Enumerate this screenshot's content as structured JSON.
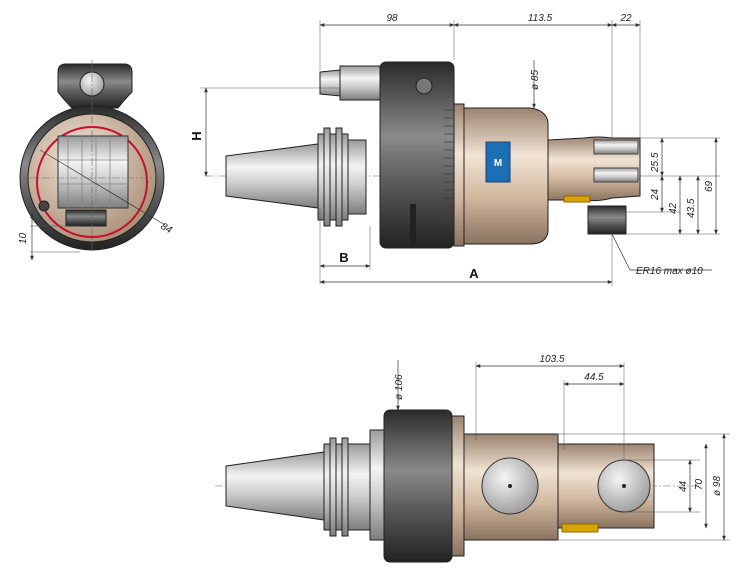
{
  "colors": {
    "body_bronze": "#cdb49a",
    "dark_steel": "#3e3e3e",
    "light_steel": "#d8d8d8",
    "accent_red": "#c8102e",
    "logo_blue": "#1a6fb5",
    "pin_yellow": "#d9a400"
  },
  "top_view": {
    "dims": {
      "d98": "98",
      "d113_5": "113.5",
      "d22": "22",
      "d85": "ø 85",
      "d25_5": "25.5",
      "d24": "24",
      "d42": "42",
      "d43_5": "43.5",
      "d69": "69"
    },
    "labels": {
      "H": "H",
      "A": "A",
      "B": "B"
    },
    "callout": "ER16 max ø10"
  },
  "side_view": {
    "dims": {
      "d84": "84",
      "d10": "10"
    }
  },
  "bottom_view": {
    "dims": {
      "d103_5": "103.5",
      "d44_5": "44.5",
      "d106": "ø 106",
      "d44": "44",
      "d70": "70",
      "d98": "ø 98"
    }
  }
}
